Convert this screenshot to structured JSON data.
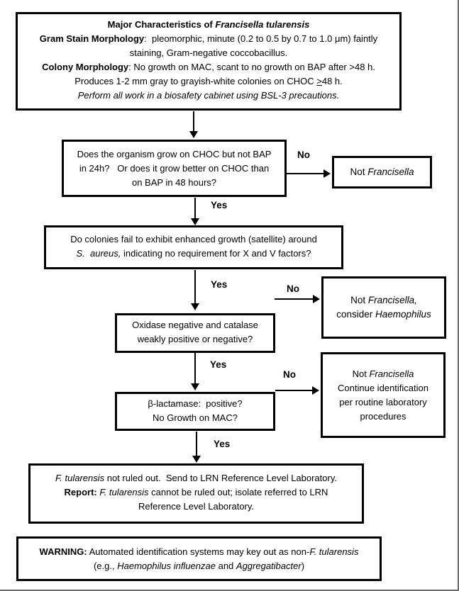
{
  "info_box": {
    "title_prefix": "Major Characteristics of ",
    "title_species": "Francisella tularensis",
    "gram_label": "Gram Stain Morphology",
    "gram_rest": ":  pleomorphic, minute (0.2 to 0.5 by 0.7 to 1.0 μm) faintly",
    "gram_line2": "staining, Gram-negative coccobacillus.",
    "colony_label": "Colony Morphology",
    "colony_rest": ": No growth on MAC, scant to no growth on BAP after >48 h.",
    "colony_line2_pre": "Produces 1-2 mm gray to grayish-white colonies on CHOC ",
    "colony_gte": ">",
    "colony_line2_post": "48 h.",
    "note": "Perform all work in a biosafety cabinet using BSL-3 precautions."
  },
  "q1": {
    "line1": "Does the organism grow on CHOC but not BAP",
    "line2": "in 24h?   Or does it grow better on CHOC than",
    "line3": "on BAP in 48 hours?"
  },
  "r1": {
    "pre": "Not ",
    "species": "Francisella"
  },
  "q2": {
    "line1": "Do colonies fail to exhibit enhanced growth (satellite) around",
    "line2_species": "S.  aureus,",
    "line2_rest": " indicating no requirement for X and V factors?"
  },
  "r2": {
    "line1_pre": "Not ",
    "line1_species": "Francisella,",
    "line2_pre": "consider ",
    "line2_species": "Haemophilus"
  },
  "q3": {
    "line1": "Oxidase negative and catalase",
    "line2": "weakly positive or negative?"
  },
  "r3": {
    "line1_pre": "Not ",
    "line1_species": "Francisella",
    "line2": "Continue identification",
    "line3": "per routine laboratory",
    "line4": "procedures"
  },
  "q4": {
    "line1": "β-lactamase:  positive?",
    "line2": "No Growth on MAC?"
  },
  "result_box": {
    "line1_species": "F. tularensis",
    "line1_rest": " not ruled out.  Send to LRN Reference Level Laboratory.",
    "line2_label": "Report:",
    "line2_species": " F. tularensis",
    "line2_rest": " cannot be ruled out; isolate referred to LRN",
    "line3": "Reference Level Laboratory."
  },
  "warning_box": {
    "label": "WARNING:",
    "line1_rest": " Automated identification systems may key out as non-",
    "line1_species": "F. tularensis",
    "line2_pre": "(e.g., ",
    "line2_species1": "Haemophilus influenzae",
    "line2_mid": " and ",
    "line2_species2": "Aggregatibacter",
    "line2_post": ")"
  },
  "labels": {
    "yes": "Yes",
    "no": "No"
  }
}
